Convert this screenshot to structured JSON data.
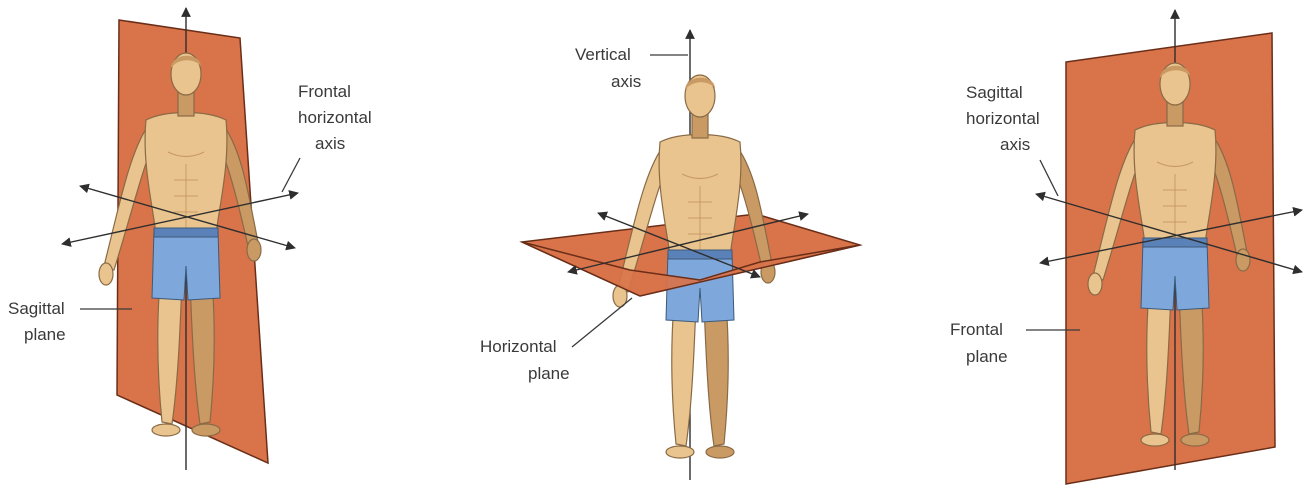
{
  "colors": {
    "plane_fill": "#d8734a",
    "plane_edge": "#6a2e18",
    "skin": "#e9c48f",
    "skin_shade": "#c99a64",
    "shorts": "#7ea7dc",
    "shorts_shade": "#5b82b8",
    "shorts_grey": "#9c8f86",
    "text": "#3a3a3a"
  },
  "figures": [
    {
      "id": "sagittal",
      "plane_label_lines": [
        "Sagittal",
        "plane"
      ],
      "axis_label_lines": [
        "Frontal",
        "horizontal",
        "axis"
      ]
    },
    {
      "id": "horizontal",
      "plane_label_lines": [
        "Horizontal",
        "plane"
      ],
      "axis_label_lines": [
        "Vertical",
        "axis"
      ]
    },
    {
      "id": "frontal",
      "plane_label_lines": [
        "Frontal",
        "plane"
      ],
      "axis_label_lines": [
        "Sagittal",
        "horizontal",
        "axis"
      ]
    }
  ]
}
